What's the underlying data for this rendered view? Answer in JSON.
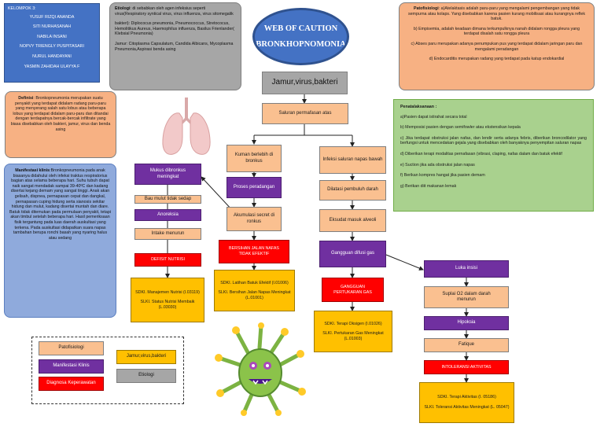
{
  "team": {
    "title": "KELOMPOK 3:",
    "members": [
      "YUSUF RIZQI ANANDA",
      "SITI NURHASANAH",
      "NABILA INSANI",
      "NOPVY TRIENGLY PUSPITASARI",
      "NURUL HANDAYANI",
      "YASMIN ZAHIDAH ULAYYA F"
    ]
  },
  "etiologi": {
    "l1_label": "Etiologi",
    "l1_text": ": di sebabkan oleh agen infeksius seperti virus(Respiratory syntical virus, virus influenza, virus sitomegalik",
    "l2": "bakteri): Diplococus pneumonia, Pneumococcus, Stretococus, Hemolitikus Aureus, Haemophilus influenza, Basilus Frienlander( Klebsial Pneumonia)",
    "l3": "Jamur: Citoplasma Capsulatum, Candida Albicans, Mycoplasma Pneumonia,Aspirasi benda asing"
  },
  "title": {
    "line1": "WEB OF CAUTION",
    "line2": "BRONKHOPNOMONIA"
  },
  "cause": "Jamur,virus,bakteri",
  "patofisiologi": {
    "label": "Patofisiologi",
    "a": ": a)Atelaktasis adalah paru-paru yang mengalami pengembangan yang tidak sempurna atau kolaps. Yang disebabkan karena pasien kurang mobilisasi atau kurangnya reflek batuk.",
    "b": "b) Empisemia, adalah keadaan dimana terkumpulknya nanah didalam rongga pleura yang terdapat disalah satu rongga pleura",
    "c": "c) Abses paru merupakan adanya penumpukan pus yang terdapat didalam jaringan paru dan mengalami peradangan",
    "d": "d) Endocarditis merupakan radang yang terdapat pada katup endokardial"
  },
  "definisi": {
    "label": "Definisi",
    "text": ": Bronkopneumonia merupakan suatu penyakit yang terdapat didalam radang paru-paru yang menyerang salah satu lobus atau beberapa lobus yang terdapat didalam paru-paru dan ditandai dengan terdapatnya bercak-bercak infiltrate yang biasa disebabkan oleh bakteri, jamur, virus dan benda asing"
  },
  "manifestasi": {
    "label": "Manifestasi klinis",
    "text": ":Bronkopneumonia pada anak biasanya didahului oleh infeksi traktus respiratorius bagian atas selama beberapa hari. Suhu tubuh dapat naik sangat mendadak sampai 39-40ºC dan kadang disertai kejang demam yang sangat tinggi. Anak akan gelisah, dispnea, pernapasan cepat dan dangkal, pernapasan cuping hidung serta sianosis sekitar hidung dan mulut, kadang disertai muntah dan diare. Batuk tidak ditemukan pada permulaan penyakit, tetapi akan timbul setelah beberapa hari. Hasil pemeriksaan fisik tergantung pada luas daerah auskultasi yang terkena. Pada auskultasi didapatkan suara napas tambahan berupa ronchi basah yang nyaring halus atau sedang"
  },
  "penatalaksanaan": {
    "title": "Penatalaksanaan :",
    "items": [
      "a)Pasien dapat istirahat secara total",
      "b) Memposisi pasien dengan semifowler atau ekstensikan kepala",
      "c) Jika terdapat obstruksi jalan nafas, dan lendir serta adanya febris, diberikan broncodilator yang berfungsi untuk mencedakan gejala yang disebabkan oleh banyaknya penyempitan saluran napas",
      "d) Diberikan terapi modalitas pernafasan (vibrasi, claping, nafas dalam dan batuk efektif",
      "e) Suction jika ada obstruksi jalan napas",
      "f) Berikan kompres hangat jika pasien demam",
      "g) Berikan diit makanan lemak"
    ]
  },
  "flow": {
    "saluran": "Saluran permafasan atas",
    "kuman": "Kuman berlebih di bronkus",
    "infeksi": "Infeksi saluran napas bawah",
    "proses": "Proses peradangan",
    "dilatasi": "Dilatasi pembuluh darah",
    "akumulasi": "Akumulasi secret di ronkus",
    "eksudat": "Eksudat masuk alveoli",
    "bersihan": "BERSIHAN JALAN NAFAS TIDAK EFEKTIF",
    "gangguan_difusi": "Gangguan difusi gas",
    "mukus": "Mukus dibronkus meningkat",
    "bau": "Bau mulut tidak sedap",
    "anoreksia": "Anoreksia",
    "intake": "Intake menurun",
    "defisit": "DEFISIT NUTRISI",
    "gangguan_pertukaran": "GANGGUAN PERTUKARAN GAS",
    "luka": "Luka insisi",
    "suplai": "Suplai O2 dalam darah menurun",
    "hipoksia": "Hipoksia",
    "fatique": "Fatique",
    "intoleransi": "INTOLERANSI AKTIVITAS"
  },
  "outcomes": {
    "nutrisi": {
      "l1": "SDKI. Manajemen Nutrisi (I.03119)",
      "l2": "SLKI. Status Nutrisi Membaik (L.03030)"
    },
    "bersihan": {
      "l1": "SDKI. Latihan Batuk Efektif (I.01006)",
      "l2": "SLKI. Bersihan Jalan Napas Meningkat (L.01001)"
    },
    "gas": {
      "l1": "SDKI. Terapi Oksigen (I.01026)",
      "l2": "SLKI. Pertukaran Gas Meningkat (L.01003)"
    },
    "aktivitas": {
      "l1": "SDKI. Terapi Aktivitas (I. 05186)",
      "l2": "SLKI. Toleransi Aktivitas Meningkat (L. 05047)"
    }
  },
  "legend": {
    "patofisiologi": "Patofisiologi",
    "manifestasi": "Manifestasi Klinis",
    "diagnosa": "Diagnosa Keperawatan",
    "jamur": "Jamur,virus,bakteri",
    "etiologi": "Etiologi"
  },
  "colors": {
    "peach": "#fac090",
    "purple": "#7030a0",
    "red": "#ff0000",
    "yellow": "#ffc000",
    "blue": "#4472c4",
    "grey": "#a6a6a6",
    "green": "#a9d18e"
  },
  "icons": [
    "lungs-icon",
    "germ-icon"
  ]
}
